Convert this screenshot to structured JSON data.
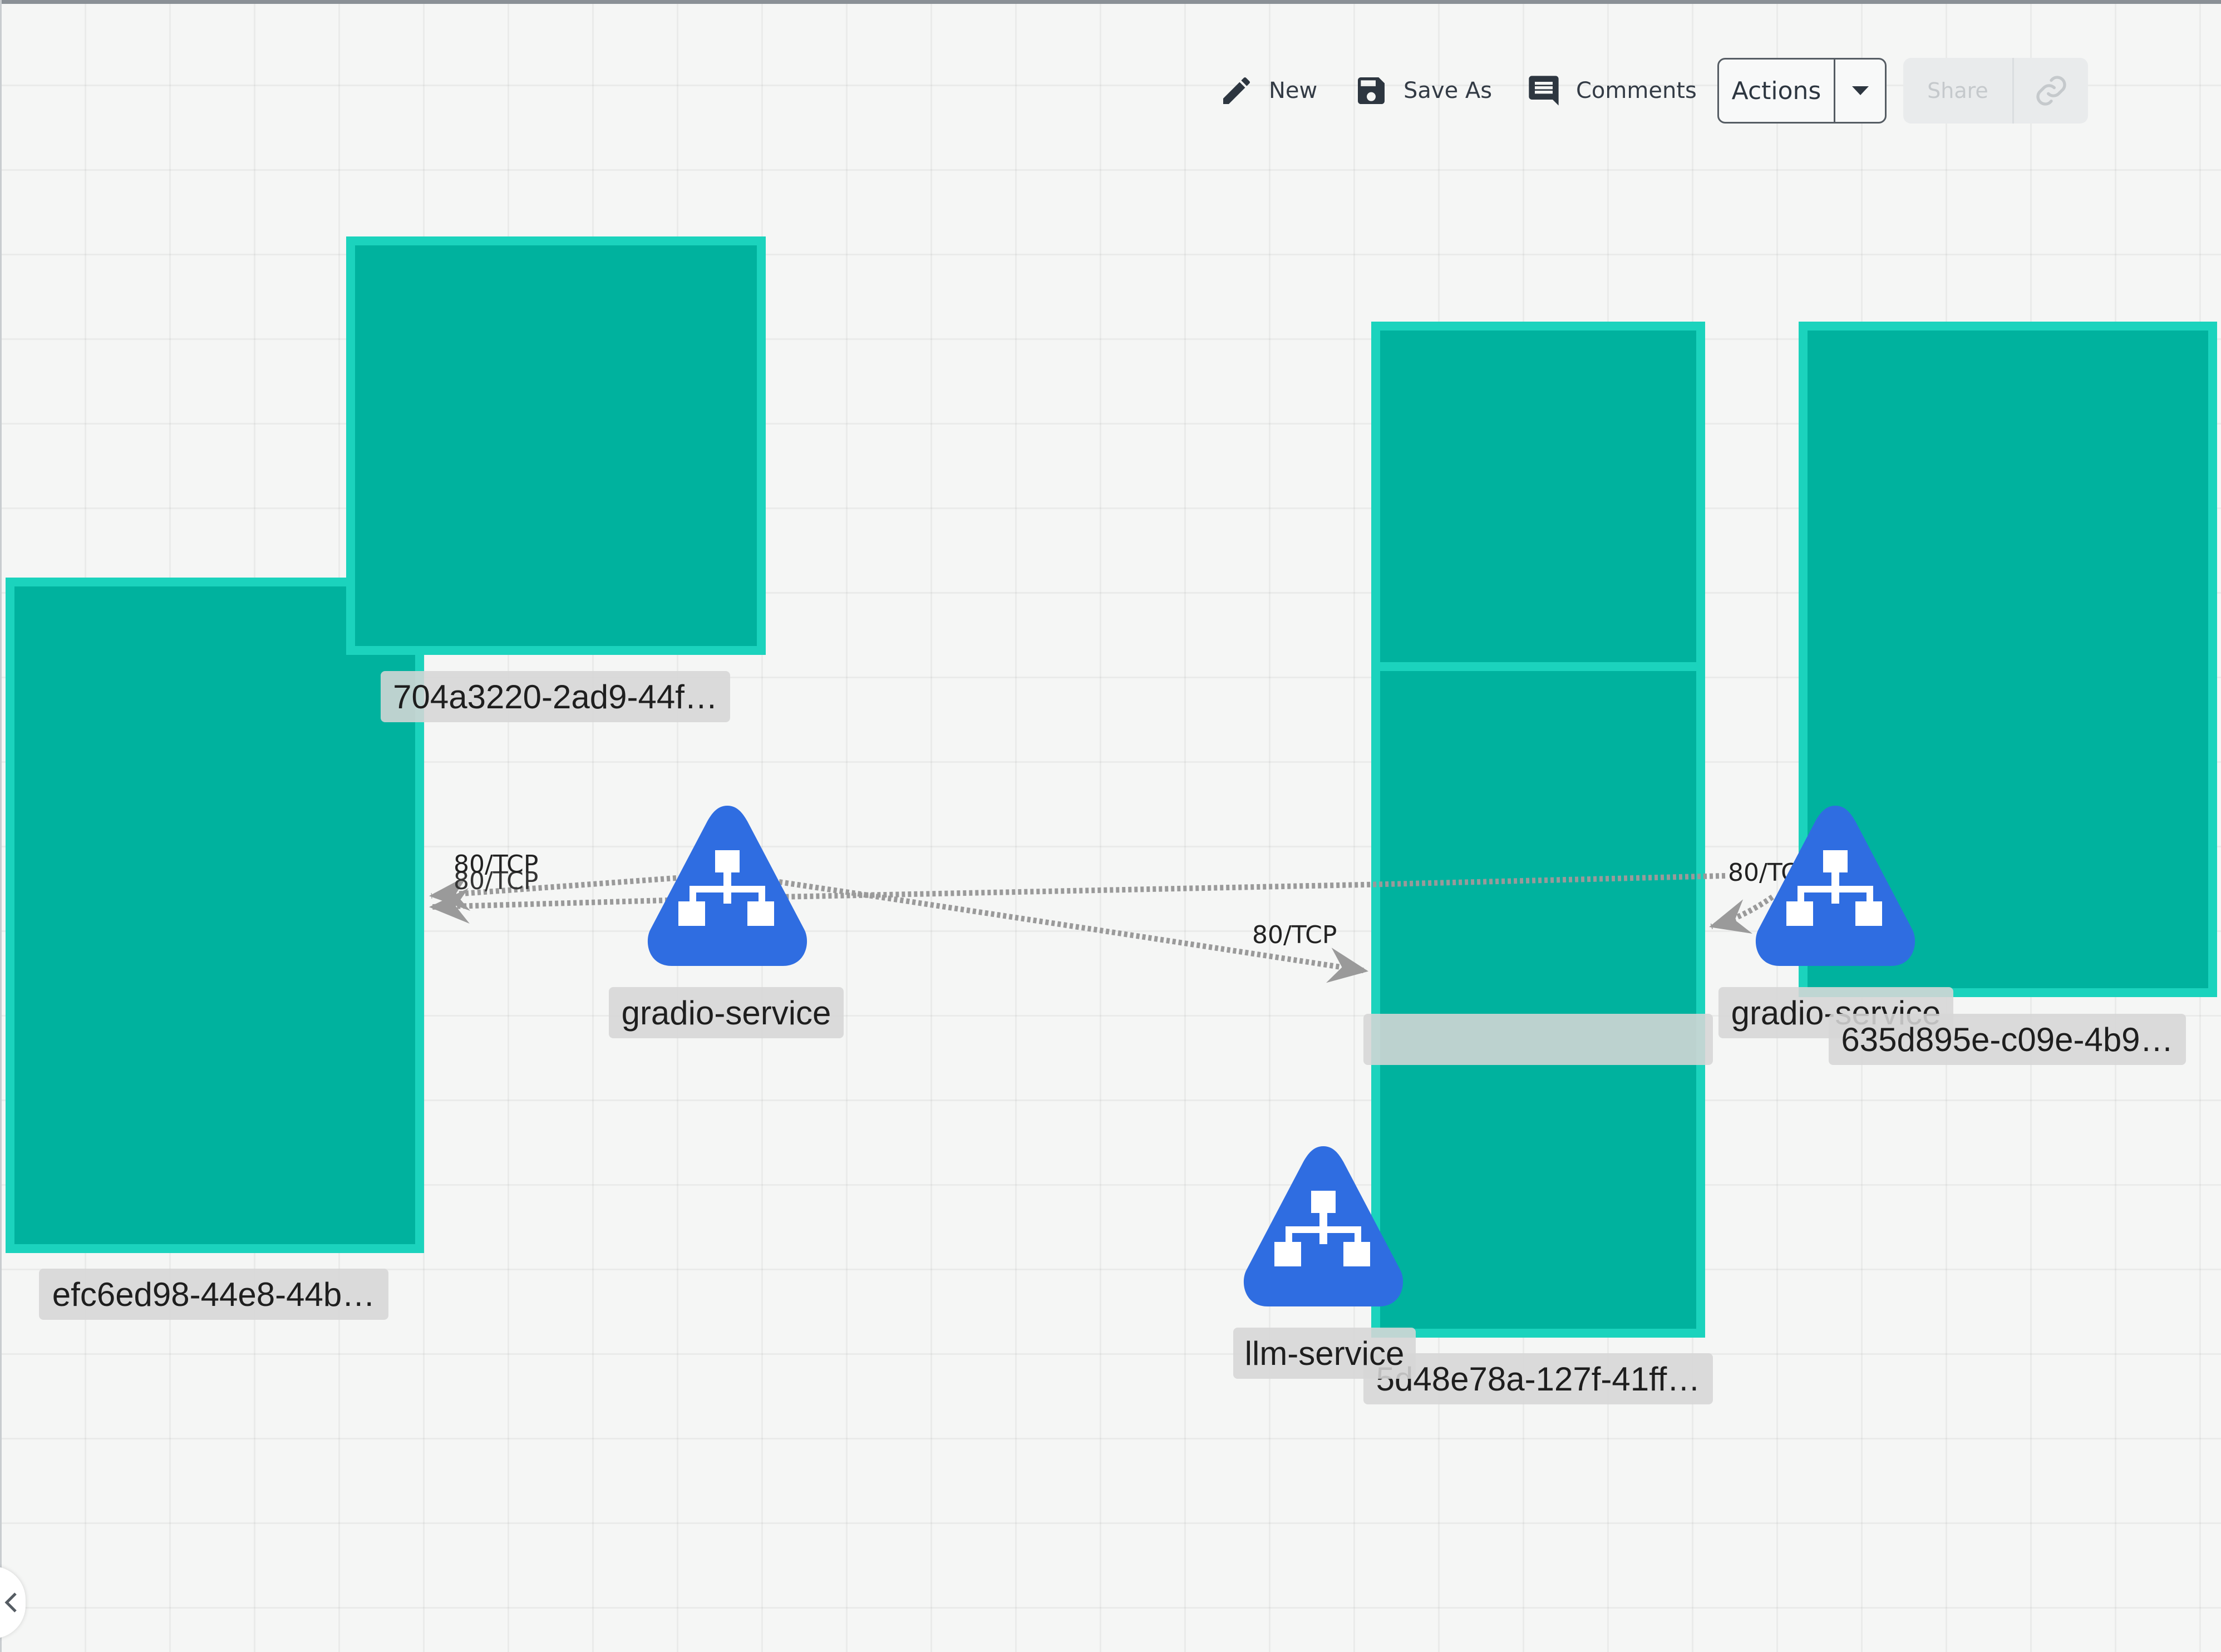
{
  "toolbar": {
    "new_label": "New",
    "save_as_label": "Save As",
    "comments_label": "Comments",
    "actions_label": "Actions",
    "share_label": "Share",
    "icons": {
      "new": "pencil-icon",
      "save_as": "floppy-disk-icon",
      "comments": "comment-icon",
      "actions_menu": "caret-down-icon",
      "share_link": "link-icon"
    }
  },
  "nodes": {
    "node_704": {
      "label": "704a3220-2ad9-44f…"
    },
    "node_efc": {
      "label": "efc6ed98-44e8-44b…"
    },
    "node_5d4": {
      "label": "5d48e78a-127f-41ff…"
    },
    "node_635": {
      "label": "635d895e-c09e-4b9…"
    },
    "hidden_label": ""
  },
  "services": {
    "gradio_left": {
      "label": "gradio-service"
    },
    "gradio_right": {
      "label": "gradio-service"
    },
    "llm": {
      "label": "llm-service"
    }
  },
  "edges": {
    "left_upper": "80/TCP",
    "left_lower": "80/TCP",
    "to_center": "80/TCP",
    "right": "80/TCP"
  },
  "colors": {
    "node_fill": "#00b29e",
    "node_border": "#1bd3bd",
    "service_blue": "#2f6de1",
    "edge_gray": "#9a9a9a"
  }
}
